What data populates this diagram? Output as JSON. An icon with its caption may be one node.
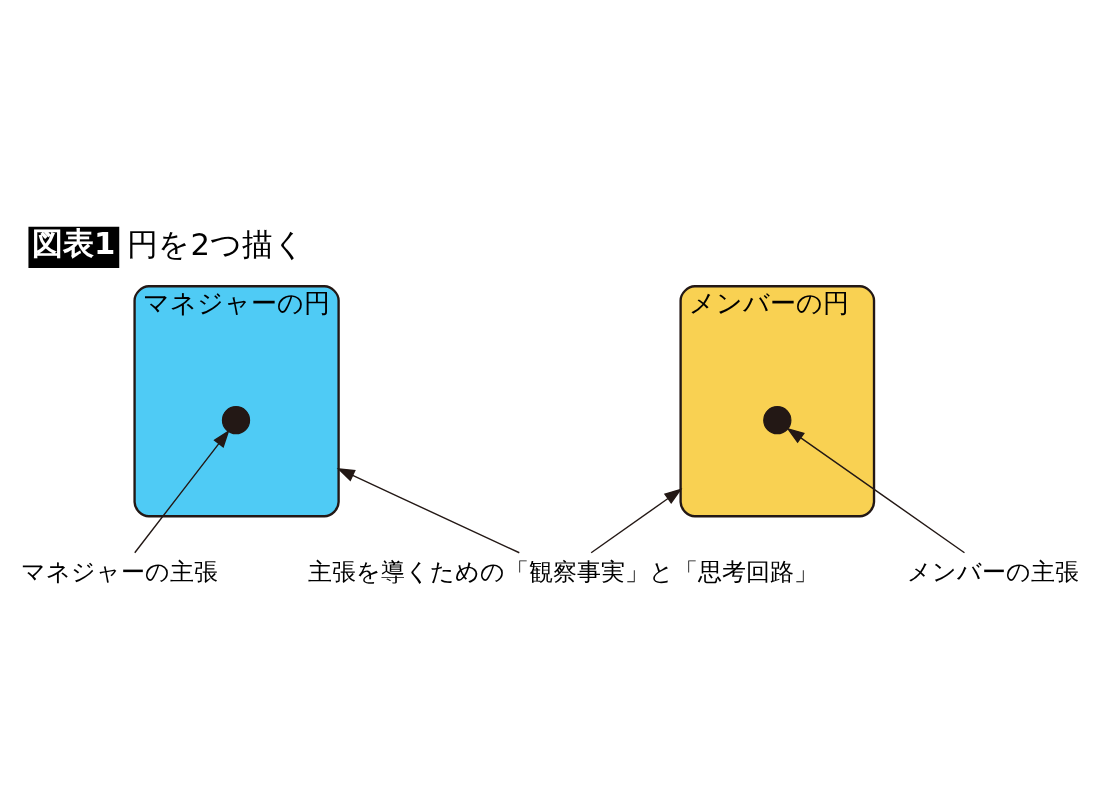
{
  "diagram": {
    "title": "図表1 円を2つ描く",
    "nodes": [
      {
        "text": [
          "マネジャーの円"
        ]
      },
      {
        "text": [],
        "shape": "circle",
        "in": 0
      },
      {
        "text": [
          "メンバーの円"
        ]
      },
      {
        "text": [],
        "shape": "circle",
        "in": 2
      },
      {
        "text": [
          "マネジャーの主張"
        ]
      },
      {
        "text": [
          "メンバーの主張"
        ]
      },
      {
        "text": [
          "主張を導くための「観察事実」と「思考回路」"
        ]
      }
    ],
    "edges": [
      {
        "from": 4,
        "to": 1,
        "arrow": "to"
      },
      {
        "from": 6,
        "to": 0,
        "arrow": "to"
      },
      {
        "from": 6,
        "to": 2,
        "arrow": "to"
      },
      {
        "from": 5,
        "to": 3,
        "arrow": "to"
      }
    ]
  }
}
